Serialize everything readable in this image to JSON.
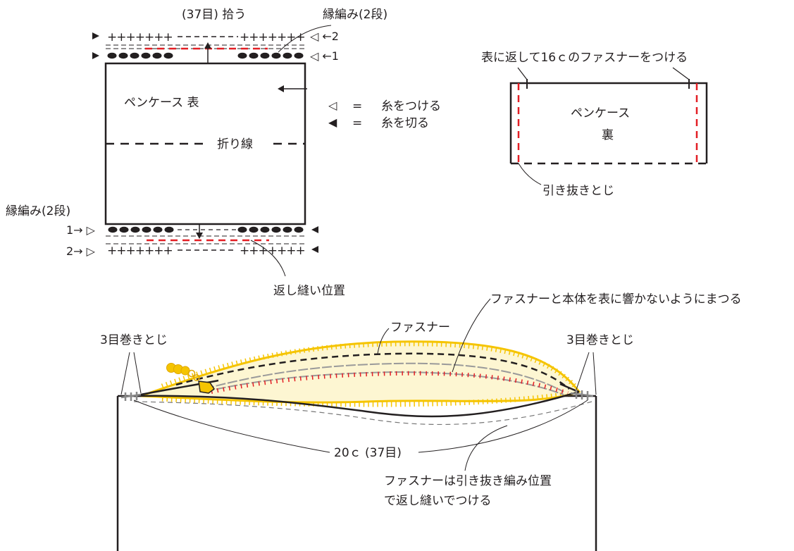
{
  "top_left": {
    "pickup_label": "(37目) 拾う",
    "edging_top_label": "縁編み(2段)",
    "edging_bottom_label": "縁編み(2段)",
    "row_marks": {
      "top_row2": "◁ ←2",
      "top_row1": "◁ ←1",
      "bottom_row1": "1→ ▷",
      "bottom_row2": "2→ ▷"
    },
    "plus_run": "+++++++",
    "plus_run_short": "++++++",
    "front_label": "ペンケース  表",
    "fold_label": "折り線",
    "backstitch_label": "返し縫い位置"
  },
  "legend": {
    "attach_symbol": "◁",
    "cut_symbol": "◀",
    "equals": "=",
    "attach_text": "糸をつける",
    "cut_text": "糸を切る"
  },
  "top_right": {
    "zipper_note": "表に返して16ｃのファスナーをつける",
    "back_label_1": "ペンケース",
    "back_label_2": "裏",
    "slip_label": "引き抜きとじ"
  },
  "bottom": {
    "whip_left": "3目巻きとじ",
    "whip_right": "3目巻きとじ",
    "zipper_label": "ファスナー",
    "blind_note": "ファスナーと本体を表に響かないようにまつる",
    "width_label": "20ｃ (37目)",
    "attach_note_1": "ファスナーは引き抜き編み位置",
    "attach_note_2": "で返し縫いでつける"
  },
  "colors": {
    "ink": "#231f20",
    "red_stitch": "#e31e24",
    "zipper_yellow": "#f5c400",
    "zipper_fill": "#fdf6d2",
    "gray_stitch": "#9a9a9a"
  }
}
